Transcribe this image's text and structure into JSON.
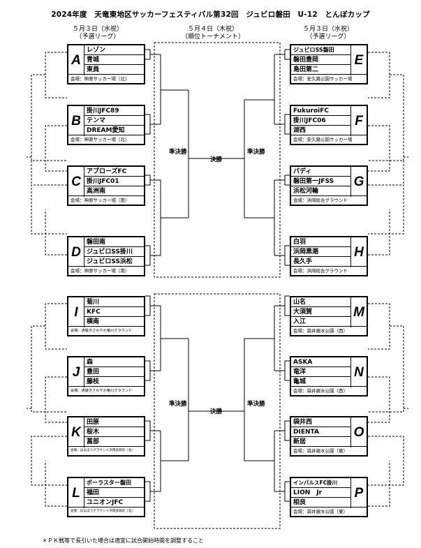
{
  "title": "2024年度　天竜東地区サッカーフェスティバル第32回　ジュビロ磐田　U-12　とんぼカップ",
  "headers": {
    "left_date": "５月３日（水祝）",
    "left_sub": "（予選リーグ）",
    "center_date": "５月４日（木祝）",
    "center_sub": "（順位トーナメント）",
    "right_date": "５月３日（水祝）",
    "right_sub": "（予選リーグ）"
  },
  "labels": {
    "semifinal_left_top": "準決勝",
    "final_top": "決勝",
    "semifinal_right_top": "準決勝",
    "semifinal_left_bottom": "準決勝",
    "final_bottom": "決勝",
    "semifinal_right_bottom": "準決勝"
  },
  "groups": {
    "A": {
      "letter": "A",
      "teams": [
        "レゾン",
        "青城",
        "東員"
      ],
      "venue": "会場：神原サッカー場（北）"
    },
    "B": {
      "letter": "B",
      "teams": [
        "掛川JFC89",
        "テンマ",
        "DREAM愛知"
      ],
      "venue": "会場：神原サッカー場（北）"
    },
    "C": {
      "letter": "C",
      "teams": [
        "アブローズFC",
        "掛川JFC01",
        "高洲南"
      ],
      "venue": "会場：神原サッカー場（南）"
    },
    "D": {
      "letter": "D",
      "teams": [
        "磐田南",
        "ジュビロSS掛川",
        "ジュビロSS浜松"
      ],
      "venue": "会場：神原サッカー場（南）"
    },
    "E": {
      "letter": "E",
      "teams": [
        "ジュビロSS磐田",
        "磐田豊岡",
        "島田第二"
      ],
      "venue": "会場：安久路公園サッカー場"
    },
    "F": {
      "letter": "F",
      "teams": [
        "FukuroiFC",
        "掛川JFC06",
        "湖西"
      ],
      "venue": "会場：安久路公園サッカー場"
    },
    "G": {
      "letter": "G",
      "teams": [
        "パディ",
        "磐田第一JFSS",
        "浜松河輪"
      ],
      "venue": "会場：浜岡総合グラウンド"
    },
    "H": {
      "letter": "H",
      "teams": [
        "白羽",
        "浜岡黒潮",
        "長久手"
      ],
      "venue": "会場：浜岡総合グラウンド"
    },
    "I": {
      "letter": "I",
      "teams": [
        "菊川",
        "KFC",
        "横南"
      ],
      "venue": "会場：虎徹きさわやか菊川グラウンド"
    },
    "J": {
      "letter": "J",
      "teams": [
        "森",
        "豊田",
        "藤枝"
      ],
      "venue": "会場：虎徹きさわやか菊川グラウンド"
    },
    "K": {
      "letter": "K",
      "teams": [
        "田原",
        "桜木",
        "菖部"
      ],
      "venue": "会場：はまぼうグラウンド浜岡多目的（北）"
    },
    "L": {
      "letter": "L",
      "teams": [
        "ポーラスター磐田",
        "福田",
        "ユニオンJFC"
      ],
      "venue": "会場：はまぼうグラウンド浜岡多目的（北）"
    },
    "M": {
      "letter": "M",
      "teams": [
        "山名",
        "大須賀",
        "入江"
      ],
      "venue": "会場：袋井親水公園（西）"
    },
    "N": {
      "letter": "N",
      "teams": [
        "ASKA",
        "竜洋",
        "亀城"
      ],
      "venue": "会場：袋井親水公園（西）"
    },
    "O": {
      "letter": "O",
      "teams": [
        "袋井西",
        "DIENTA",
        "新居"
      ],
      "venue": "会場：袋井親水公園（東）"
    },
    "P": {
      "letter": "P",
      "teams": [
        "インパルスFC掛川",
        "LION　Jr",
        "相良"
      ],
      "venue": "会場：袋井親水公園（東）"
    }
  },
  "footnote": "＊ＰＫ戦等で長引いた場合は適宜に試合開始時間を調整すること"
}
